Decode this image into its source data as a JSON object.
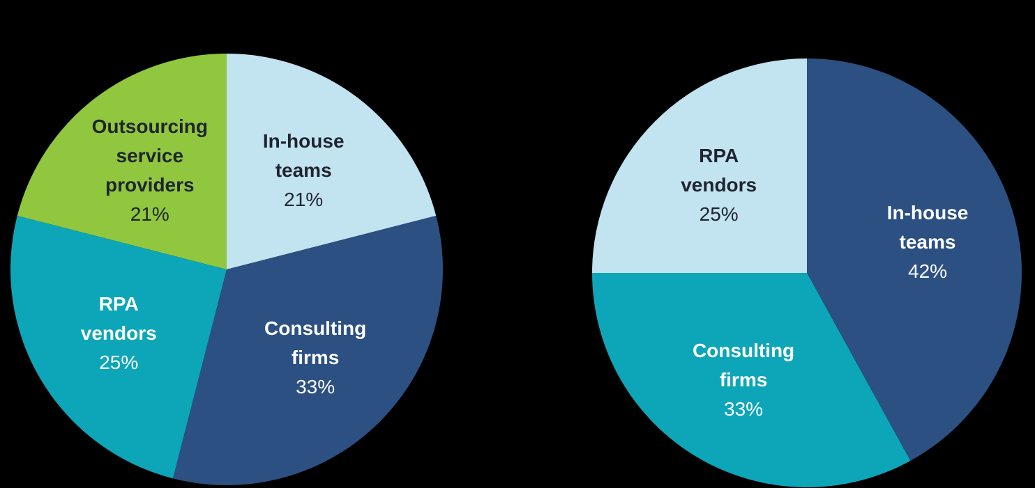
{
  "background_color": "#000000",
  "chart_data": [
    {
      "type": "pie",
      "title": "",
      "position": "left",
      "legend": "none",
      "labels_inside": true,
      "start_angle_deg": 0,
      "direction": "clockwise",
      "slices": [
        {
          "label": "In-house teams",
          "label_lines": [
            "In-house",
            "teams"
          ],
          "value": 21,
          "pct_label": "21%",
          "color": "#C2E3F0",
          "text_color": "#1F2430"
        },
        {
          "label": "Consulting firms",
          "label_lines": [
            "Consulting",
            "firms"
          ],
          "value": 33,
          "pct_label": "33%",
          "color": "#2B5081",
          "text_color": "#FFFFFF"
        },
        {
          "label": "RPA vendors",
          "label_lines": [
            "RPA",
            "vendors"
          ],
          "value": 25,
          "pct_label": "25%",
          "color": "#0CA6B8",
          "text_color": "#FFFFFF"
        },
        {
          "label": "Outsourcing service providers",
          "label_lines": [
            "Outsourcing",
            "service",
            "providers"
          ],
          "value": 21,
          "pct_label": "21%",
          "color": "#90C73E",
          "text_color": "#1F2430"
        }
      ]
    },
    {
      "type": "pie",
      "title": "",
      "position": "right",
      "legend": "none",
      "labels_inside": true,
      "start_angle_deg": 0,
      "direction": "clockwise",
      "slices": [
        {
          "label": "In-house teams",
          "label_lines": [
            "In-house",
            "teams"
          ],
          "value": 42,
          "pct_label": "42%",
          "color": "#2B5081",
          "text_color": "#FFFFFF"
        },
        {
          "label": "Consulting firms",
          "label_lines": [
            "Consulting",
            "firms"
          ],
          "value": 33,
          "pct_label": "33%",
          "color": "#0CA6B8",
          "text_color": "#FFFFFF"
        },
        {
          "label": "RPA vendors",
          "label_lines": [
            "RPA",
            "vendors"
          ],
          "value": 25,
          "pct_label": "25%",
          "color": "#C2E3F0",
          "text_color": "#1F2430"
        }
      ]
    }
  ]
}
